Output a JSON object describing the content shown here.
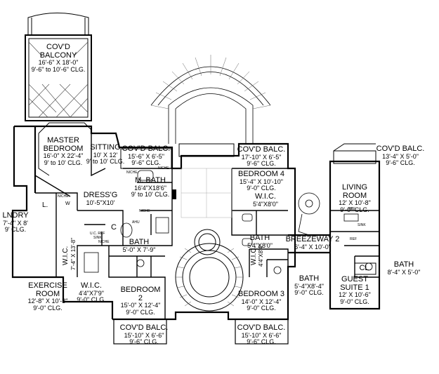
{
  "rooms": {
    "covd_balcony_top": {
      "name1": "COV'D",
      "name2": "BALCONY",
      "dim": "16'-6\" X 18'-0\"",
      "clg": "9'-6\" to 10'-6\" CLG."
    },
    "master_bedroom": {
      "name1": "MASTER",
      "name2": "BEDROOM",
      "dim": "16'-0\" X 22'-4\"",
      "clg": "9' to 10' CLG."
    },
    "sitting": {
      "name": "SITTING",
      "dim": "10' X 12'",
      "clg": "9' to 10' CLG."
    },
    "covd_balc_1": {
      "name": "COV'D BALC.",
      "dim": "15'-6\" X 6'-5\"",
      "clg": "9'-6\" CLG."
    },
    "m_bath": {
      "name": "M. BATH",
      "dim": "16'4\"X18'6\"",
      "clg": "9' to 10' CLG."
    },
    "dressg": {
      "name": "DRESS'G",
      "dim": "10'-5\"X10'"
    },
    "lndry": {
      "name": "LNDRY",
      "dim": "7'-4\" X 8'",
      "clg": "9' CLG."
    },
    "wic_left": {
      "name": "W.I.C.",
      "dim": "7'-4\" X 13'-8\""
    },
    "bath_mid": {
      "name": "BATH",
      "dim": "5'-0\" X 7'-9\""
    },
    "exercise": {
      "name1": "EXERCISE",
      "name2": "ROOM",
      "dim": "12'-8\" X 10'-3\"",
      "clg": "9'-0\" CLG."
    },
    "wic_small": {
      "name": "W.I.C.",
      "dim": "4'4\"X7'9\"",
      "clg": "9'-0\" CLG."
    },
    "bedroom2": {
      "name1": "BEDROOM",
      "name2": "2",
      "dim": "15'-0\" X 12'-4\"",
      "clg": "9'-0\" CLG."
    },
    "covd_balc_b2": {
      "name": "COV'D BALC.",
      "dim": "15'-10\" X 6'-6\"",
      "clg": "9'-6\" CLG."
    },
    "covd_balc_b4": {
      "name": "COV'D BALC.",
      "dim": "17'-10\" X 6'-5\"",
      "clg": "9'-6\" CLG."
    },
    "bedroom4": {
      "name": "BEDROOM 4",
      "dim": "15'-4\" X 10'-10\"",
      "clg": "9'-0\" CLG."
    },
    "wic_b4": {
      "name": "W.I.C.",
      "dim": "5'4\"X8'0\""
    },
    "bath_b4": {
      "name": "BATH",
      "dim": "5'4\"X8'0\""
    },
    "wic_b3": {
      "name": "W.I.C.",
      "dim": "4'4\"X8'4\""
    },
    "breezeway": {
      "name": "BREEZEWAY 2",
      "dim": "6'-4\" X 10'-0\""
    },
    "bath_b3": {
      "name": "BATH",
      "dim": "5'-4\"X8'-4\"",
      "clg": "9'-0\" CLG."
    },
    "bedroom3": {
      "name": "BEDROOM 3",
      "dim": "14'-0\" X 12'-4\"",
      "clg": "9'-0\" CLG."
    },
    "covd_balc_b3": {
      "name": "COV'D BALC.",
      "dim": "15'-10\" X 6'-6\"",
      "clg": "9'-6\" CLG."
    },
    "covd_balc_right": {
      "name": "COV'D BALC.",
      "dim": "13'-4\" X 5'-0\"",
      "clg": "9'-6\" CLG."
    },
    "living": {
      "name1": "LIVING",
      "name2": "ROOM",
      "dim": "12' X 10'-8\"",
      "clg": "9'-0\" CLG."
    },
    "guest": {
      "name1": "GUEST",
      "name2": "SUITE 1",
      "dim": "12' X 10'-6\"",
      "clg": "9'-0\" CLG."
    },
    "bath_guest": {
      "name": "BATH",
      "dim": "8'-4\" X 5'-0\""
    },
    "cl_guest": {
      "name": "CL."
    }
  },
  "small_labels": {
    "niche": "NICHE",
    "ref": "REF",
    "sink": "SINK",
    "ahu": "AHU",
    "wd": "W",
    "lc": "L.",
    "cl": "C",
    "uc_ref": "U.C. REF"
  }
}
